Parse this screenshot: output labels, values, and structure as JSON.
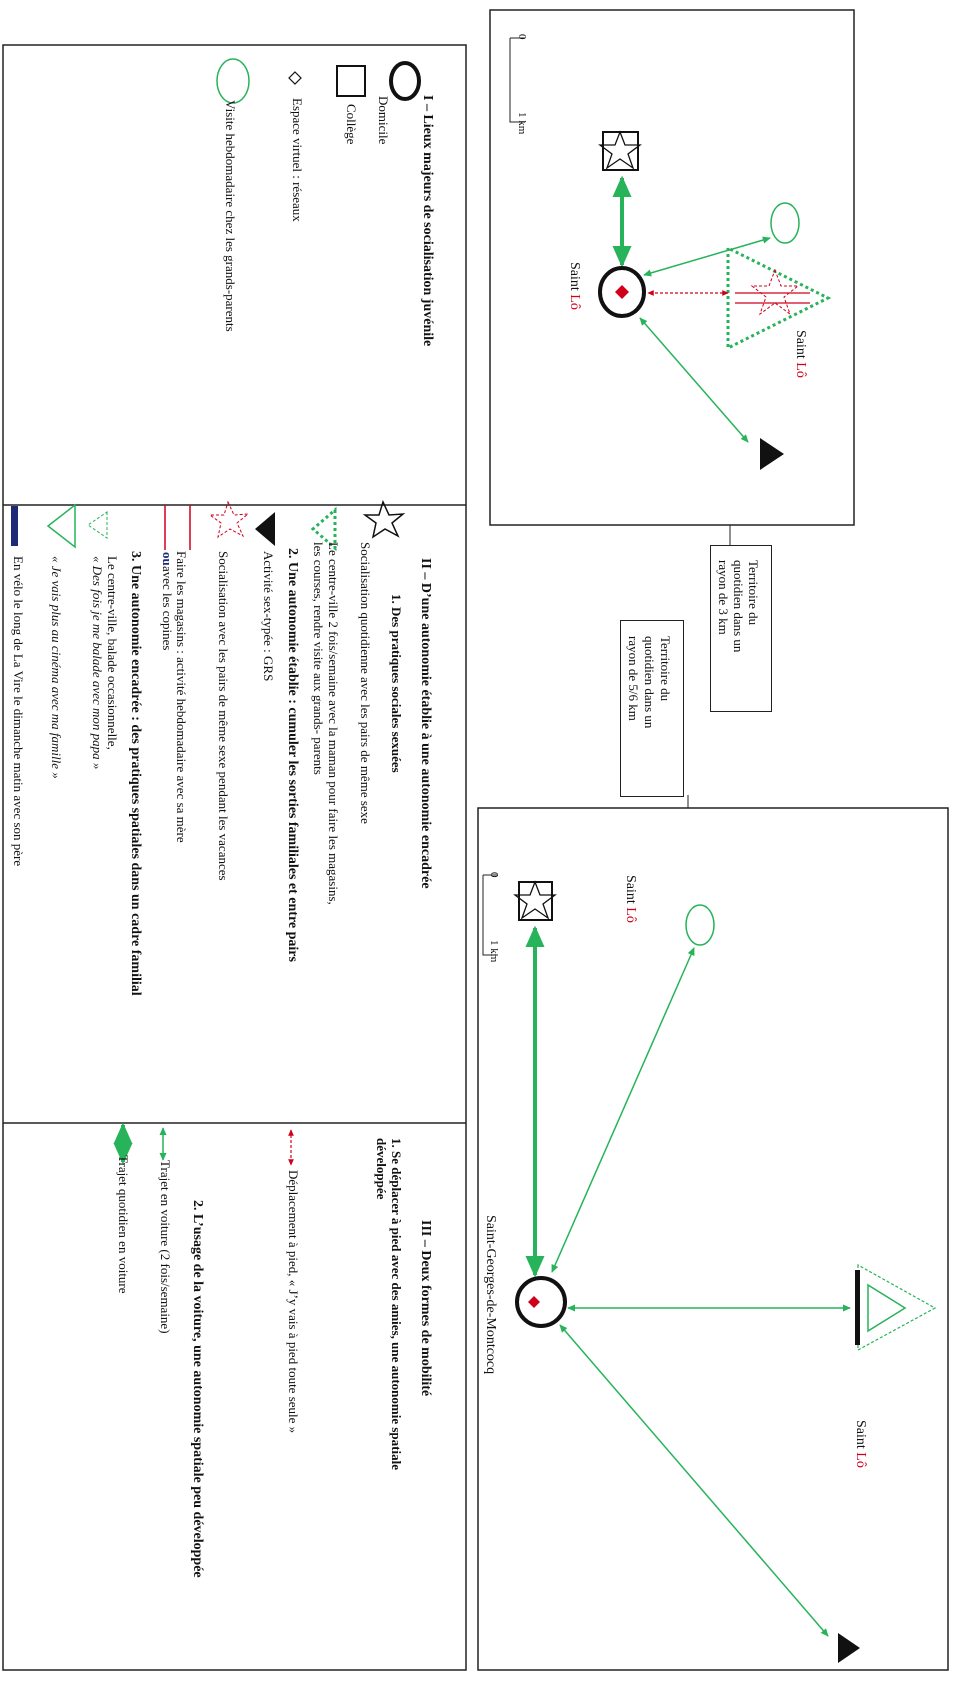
{
  "legend_sections": {
    "section1": {
      "title": "I – Lieux majeurs de socialisation juvénile",
      "items": [
        "Domicile",
        "Collège",
        "Espace virtuel : réseaux",
        "Visite hebdomadaire chez les grands-parents"
      ]
    },
    "section2": {
      "title": "II – D’une autonomie établie à une autonomie encadrée",
      "sub1": "1. Des pratiques sociales sexuées",
      "sub1_items": [
        "Socialisation quotidienne avec les pairs de même sexe",
        "Le centre-ville 2 fois/semaine avec la  maman pour faire les magasins,",
        "les courses, rendre visite aux grands- parents"
      ],
      "sub2": "2. Une autonomie établie : cumuler les sorties familiales et entre pairs",
      "sub2_items": [
        "Activité sex-typée : GRS",
        "Socialisation avec les pairs de même sexe pendant les vacances",
        "Faire les magasins : activité hebdomadaire avec sa mère",
        "ou",
        " avec les copines"
      ],
      "sub3": "3. Une autonomie encadrée : des pratiques spatiales dans un cadre familial",
      "sub3_items": [
        "Le centre-ville, balade occasionnelle,",
        "« Des fois je me balade avec mon papa »",
        "« Je vais plus au cinéma avec ma famille »",
        "En vélo le long de La Vire le dimanche matin avec son père"
      ]
    },
    "section3": {
      "title": "III – Deux formes de mobilité",
      "sub1_line1": "1. Se déplacer à pied avec des amies, une autonomie spatiale",
      "sub1_line2": "développée",
      "walk": "Déplacement à pied, « J’y vais à pied toute seule »",
      "sub2": "2. L’usage de la voiture, une autonomie spatiale peu développée",
      "car_weekly": "Trajet en voiture (2 fois/semaine)",
      "car_daily": "Trajet quotidien en voiture"
    }
  },
  "map1": {
    "city_prefix": "Saint ",
    "city_red": "Lô",
    "city2_prefix": "Saint ",
    "city2_red": "Lô",
    "scale_zero": "0",
    "scale_km": "1 km",
    "caption": [
      "Territoire du",
      "quotidien dans un",
      "rayon de 3 km"
    ]
  },
  "map2": {
    "home_label": "Saint-Georges-de-Montcocq",
    "city_top_prefix": "Saint ",
    "city_top_red": "Lô",
    "city_bottom_prefix": "Saint ",
    "city_bottom_red": "Lô",
    "scale_zero": "0",
    "scale_km": "1 km",
    "caption": [
      "Territoire du",
      "quotidien dans un",
      "rayon de  5/6 km"
    ]
  },
  "colors": {
    "green": "#27b35a",
    "red": "#d0001b",
    "navy": "#1e2a78",
    "black": "#111111"
  }
}
